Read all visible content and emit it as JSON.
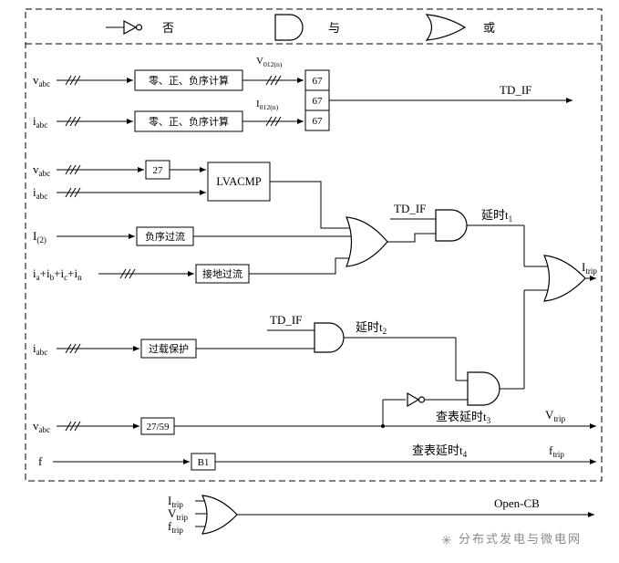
{
  "legend": {
    "not_label": "否",
    "and_label": "与",
    "or_label": "或"
  },
  "blocks": {
    "seq_calc": "零、正、负序计算",
    "b67": "67",
    "b27": "27",
    "lvacmp": "LVACMP",
    "neg_seq_oc": "负序过流",
    "ground_oc": "接地过流",
    "overload": "过载保护",
    "b27_59": "27/59",
    "b1": "B1"
  },
  "signals": {
    "v": "v",
    "i": "i",
    "abc": "abc",
    "I": "I",
    "two_sub": "(2)",
    "plus_i": "+i",
    "a": "a",
    "b": "b",
    "c": "c",
    "n": "n",
    "f": "f"
  },
  "labels": {
    "V": "V",
    "I": "I",
    "f": "f",
    "seq012_sub": "012(n)",
    "td_if": "TD_IF",
    "delay_t": "延时t",
    "t1": "1",
    "t2": "2",
    "t3": "3",
    "t4": "4",
    "table_delay_t": "查表延时t",
    "trip_sub": "trip",
    "open_cb": "Open-CB"
  },
  "watermark": {
    "icon": "✳",
    "text": "分布式发电与微电网"
  }
}
